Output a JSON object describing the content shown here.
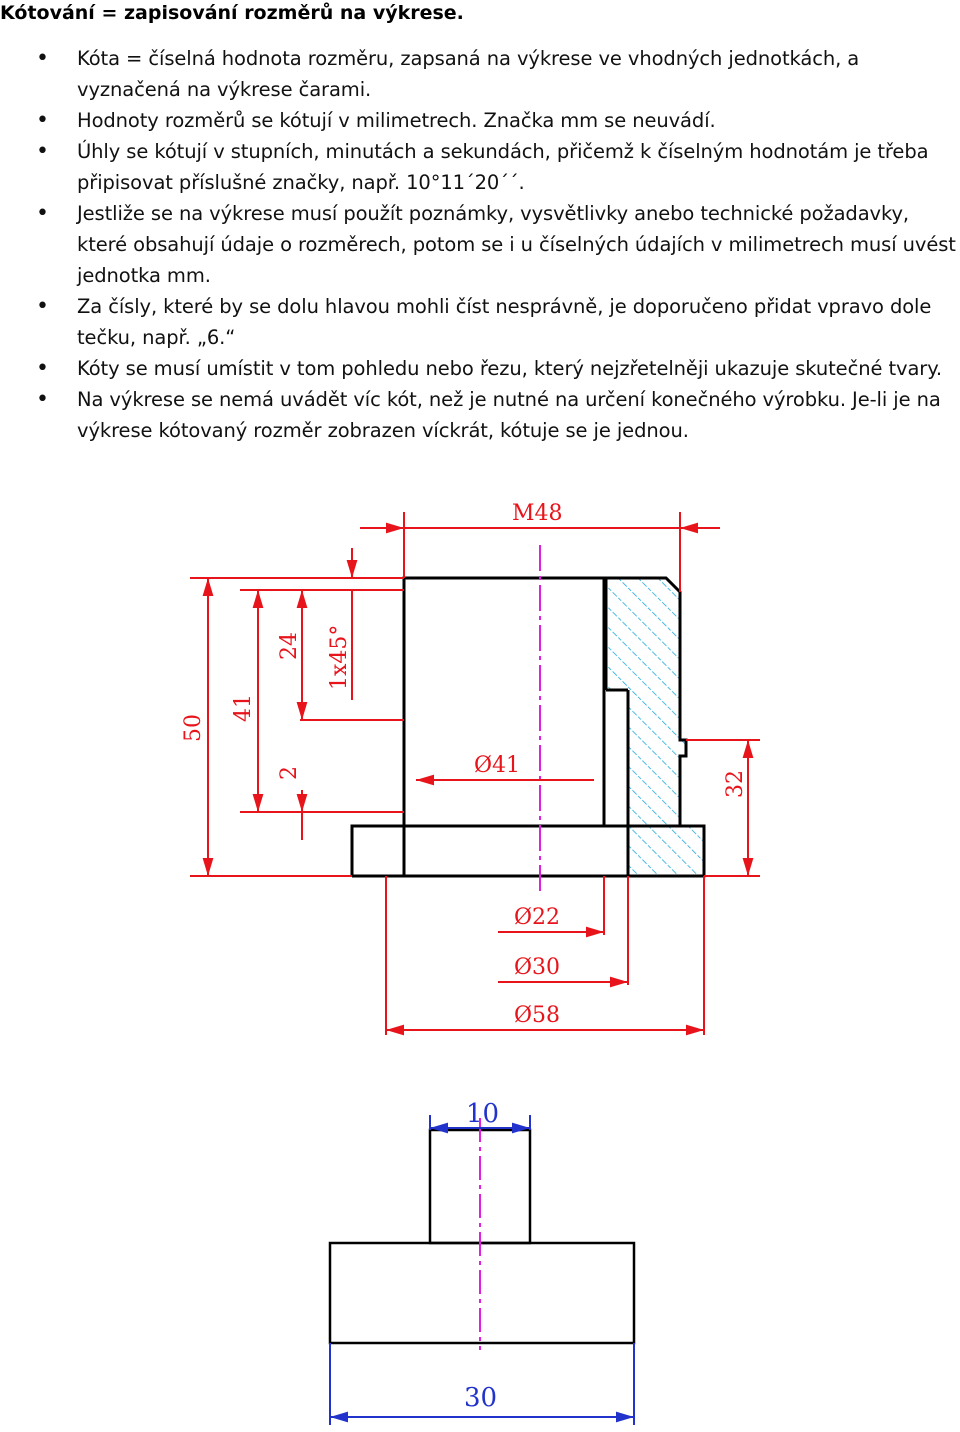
{
  "heading": "Kótování = zapisování rozměrů na výkrese.",
  "bullets": [
    "Kóta = číselná hodnota rozměru, zapsaná na výkrese ve vhodných jednotkách, a vyznačená na výkrese čarami.",
    "Hodnoty rozměrů se kótují v milimetrech. Značka mm se neuvádí.",
    "Úhly se kótují v stupních, minutách a sekundách, přičemž k číselným hodnotám je třeba připisovat příslušné značky, např. 10°11´20´´.",
    "Jestliže se na výkrese musí použít poznámky, vysvětlivky anebo technické požadavky, které obsahují údaje o rozměrech, potom se i u číselných údajích v milimetrech musí uvést jednotka mm.",
    "Za čísly, které by se dolu hlavou mohli číst nesprávně, je doporučeno přidat vpravo dole tečku, např. „6.“",
    "Kóty se musí umístit v tom pohledu nebo řezu, který nejzřetelněji ukazuje skutečné tvary.",
    "Na výkrese se nemá uvádět víc kót, než je nutné na určení konečného výrobku. Je-li je na výkrese kótovaný rozměr zobrazen víckrát, kótuje se je jednou."
  ],
  "drawing1": {
    "dims": {
      "m48": "M48",
      "d41": "Ø41",
      "d22": "Ø22",
      "d30": "Ø30",
      "d58": "Ø58",
      "h50": "50",
      "h41": "41",
      "h24": "24",
      "h2": "2",
      "chamfer": "1x45°",
      "h32": "32"
    },
    "colors": {
      "dimension": "#e8141b",
      "hatch": "#22aadd",
      "centerline": "#e020e0"
    }
  },
  "drawing2": {
    "dims": {
      "w10": "10",
      "w30": "30"
    },
    "colors": {
      "dimension": "#2233cc"
    }
  }
}
